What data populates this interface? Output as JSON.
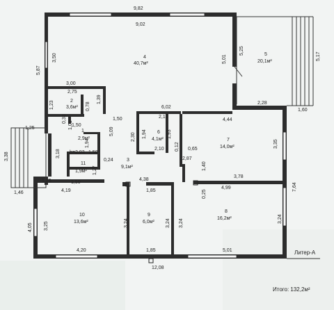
{
  "rooms": [
    {
      "id": "4",
      "number": "4",
      "area": "40,7м²"
    },
    {
      "id": "5",
      "number": "5",
      "area": "20,1м²"
    },
    {
      "id": "2",
      "number": "2",
      "area": "3,6м²"
    },
    {
      "id": "1",
      "number": "1",
      "area": "2,9м²"
    },
    {
      "id": "6",
      "number": "6",
      "area": "4,1м²"
    },
    {
      "id": "7",
      "number": "7",
      "area": "14,0м²"
    },
    {
      "id": "3",
      "number": "3",
      "area": "9,1м²"
    },
    {
      "id": "11",
      "number": "11",
      "area": "1,9м²"
    },
    {
      "id": "10",
      "number": "10",
      "area": "13,6м²"
    },
    {
      "id": "9",
      "number": "9",
      "area": "6,0м²"
    },
    {
      "id": "8",
      "number": "8",
      "area": "16,2м²"
    }
  ],
  "dimensions": [
    "9,82",
    "9,02",
    "5,87",
    "3,50",
    "5,01",
    "5,25",
    "5,17",
    "1,60",
    "2,28",
    "3,00",
    "2,75",
    "1,23",
    "0,78",
    "1,39",
    "1,50",
    "1,50",
    "1,25",
    "0,36",
    "1,01",
    "1,94",
    "5,09",
    "6,02",
    "2,10",
    "1,94",
    "1,93",
    "2,30",
    "2,10",
    "0,12",
    "0,65",
    "4,44",
    "3,35",
    "3,38",
    "3,18",
    "h=2,93",
    "1,50",
    "0,24",
    "1,27",
    "1,50",
    "1,46",
    "1,25",
    "2,87",
    "1,40",
    "3,78",
    "7,64",
    "4,19",
    "4,38",
    "1,85",
    "0,25",
    "4,99",
    "4,05",
    "3,25",
    "3,24",
    "3,24",
    "3,24",
    "3,24",
    "4,20",
    "1,85",
    "5,01",
    "12,08"
  ],
  "liter": "Литер-А",
  "total": "Итого: 132,2м²"
}
